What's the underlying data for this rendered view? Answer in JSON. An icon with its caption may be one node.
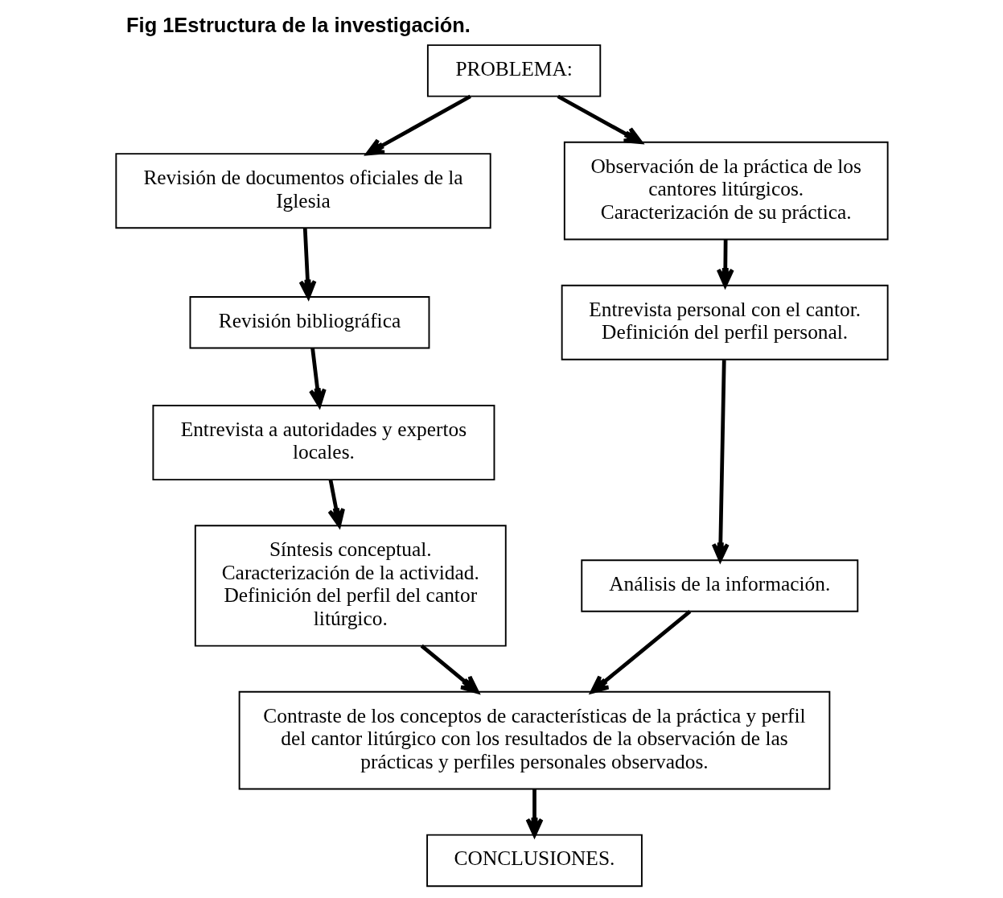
{
  "diagram": {
    "title": "Fig 1Estructura de la investigación.",
    "nodes": [
      {
        "text": [
          "PROBLEMA:"
        ]
      },
      {
        "text": [
          "Revisión de documentos oficiales de la Iglesia"
        ]
      },
      {
        "text": [
          "Revisión bibliográfica"
        ]
      },
      {
        "text": [
          "Entrevista a autoridades y expertos locales."
        ]
      },
      {
        "text": [
          "Síntesis conceptual.",
          "Caracterización de la actividad.",
          "Definición del perfil del cantor litúrgico."
        ]
      },
      {
        "text": [
          "Observación de la práctica de los cantores litúrgicos.",
          "Caracterización de su práctica."
        ]
      },
      {
        "text": [
          "Entrevista personal con el cantor.",
          "Definición del perfil personal."
        ]
      },
      {
        "text": [
          "Análisis de la información."
        ]
      },
      {
        "text": [
          "Contraste de los conceptos de características de la práctica y perfil del cantor litúrgico con los resultados de la observación de las prácticas y perfiles personales observados."
        ]
      },
      {
        "text": [
          "CONCLUSIONES."
        ]
      }
    ],
    "edges": [
      {
        "from": 0,
        "to": 1,
        "arrow": "to"
      },
      {
        "from": 0,
        "to": 5,
        "arrow": "to"
      },
      {
        "from": 1,
        "to": 2,
        "arrow": "to"
      },
      {
        "from": 2,
        "to": 3,
        "arrow": "to"
      },
      {
        "from": 3,
        "to": 4,
        "arrow": "to"
      },
      {
        "from": 5,
        "to": 6,
        "arrow": "to"
      },
      {
        "from": 6,
        "to": 7,
        "arrow": "to"
      },
      {
        "from": 4,
        "to": 8,
        "arrow": "to"
      },
      {
        "from": 7,
        "to": 8,
        "arrow": "to"
      },
      {
        "from": 8,
        "to": 9,
        "arrow": "to"
      }
    ]
  }
}
